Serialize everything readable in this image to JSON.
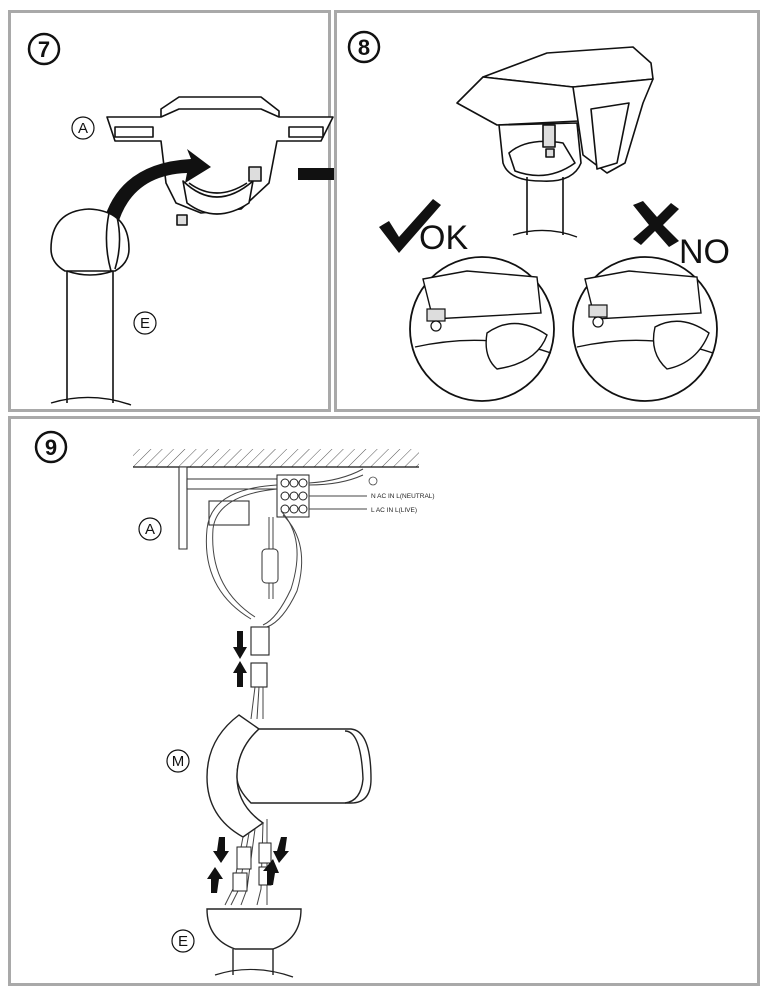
{
  "steps": {
    "step7": "7",
    "step8": "8",
    "step9": "9"
  },
  "labels": {
    "bracket": "A",
    "downrod": "E",
    "motor": "M",
    "ok": "OK",
    "no": "NO",
    "neutral": "N  AC IN L(NEUTRAL)",
    "live": "L  AC IN L(LIVE)"
  },
  "icons": {
    "ok_mark": "check-mark-icon",
    "no_mark": "cross-mark-icon",
    "ground": "ground-symbol-icon"
  }
}
